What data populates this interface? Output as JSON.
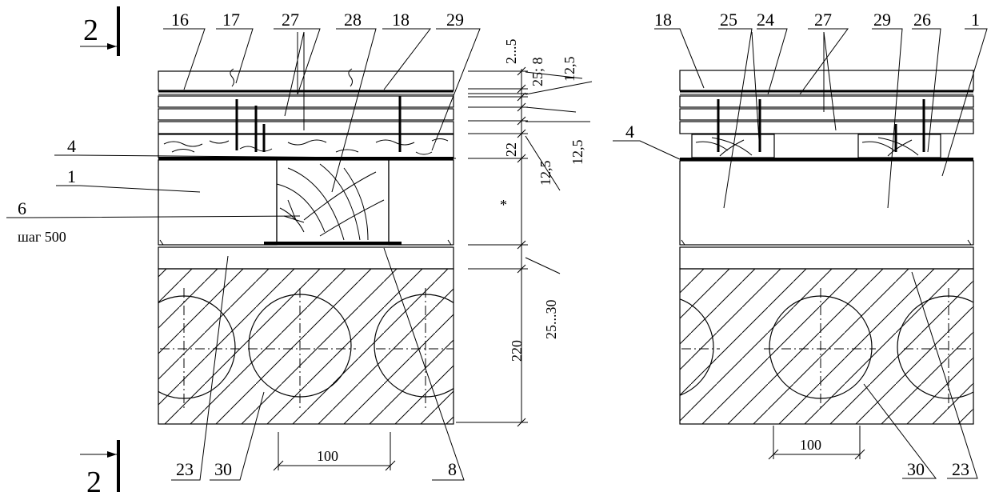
{
  "section_marks": {
    "number": "2"
  },
  "left_callouts": [
    "16",
    "17",
    "27",
    "28",
    "18",
    "29",
    "4",
    "1",
    "6",
    "23",
    "30",
    "8"
  ],
  "step_note": "шаг 500",
  "dimensions": {
    "d1": "2...5",
    "d2": "25; 8",
    "d3": "12,5",
    "d4": "12,5",
    "d5": "22",
    "d6": "12,5",
    "d7": "*",
    "d8": "25...30",
    "d9": "220",
    "w_left": "100",
    "w_right": "100"
  },
  "right_callouts": [
    "18",
    "25",
    "24",
    "27",
    "29",
    "26",
    "1",
    "4",
    "30",
    "23"
  ]
}
